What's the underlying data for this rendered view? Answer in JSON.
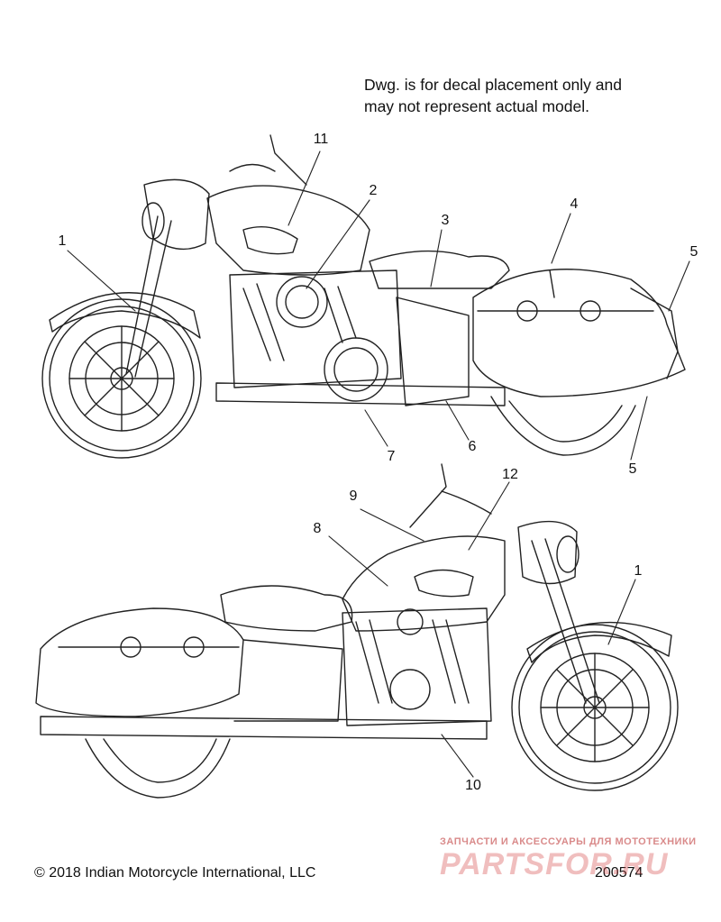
{
  "note": {
    "line1": "Dwg. is for decal placement only and",
    "line2": "may not represent actual model."
  },
  "callouts": {
    "c1_top": "1",
    "c2": "2",
    "c3": "3",
    "c4": "4",
    "c5_top": "5",
    "c5_bottom": "5",
    "c6": "6",
    "c7": "7",
    "c8": "8",
    "c9": "9",
    "c10": "10",
    "c11": "11",
    "c12": "12",
    "c1_bottom": "1"
  },
  "footer": {
    "copyright": "© 2018 Indian Motorcycle International, LLC",
    "drawing_number": "200574"
  },
  "watermark": {
    "tagline": "ЗАПЧАСТИ И АКСЕССУАРЫ ДЛЯ МОТОТЕХНИКИ",
    "logo": "PARTSFOR.RU"
  },
  "colors": {
    "line": "#222222",
    "watermark": "#d44646"
  }
}
